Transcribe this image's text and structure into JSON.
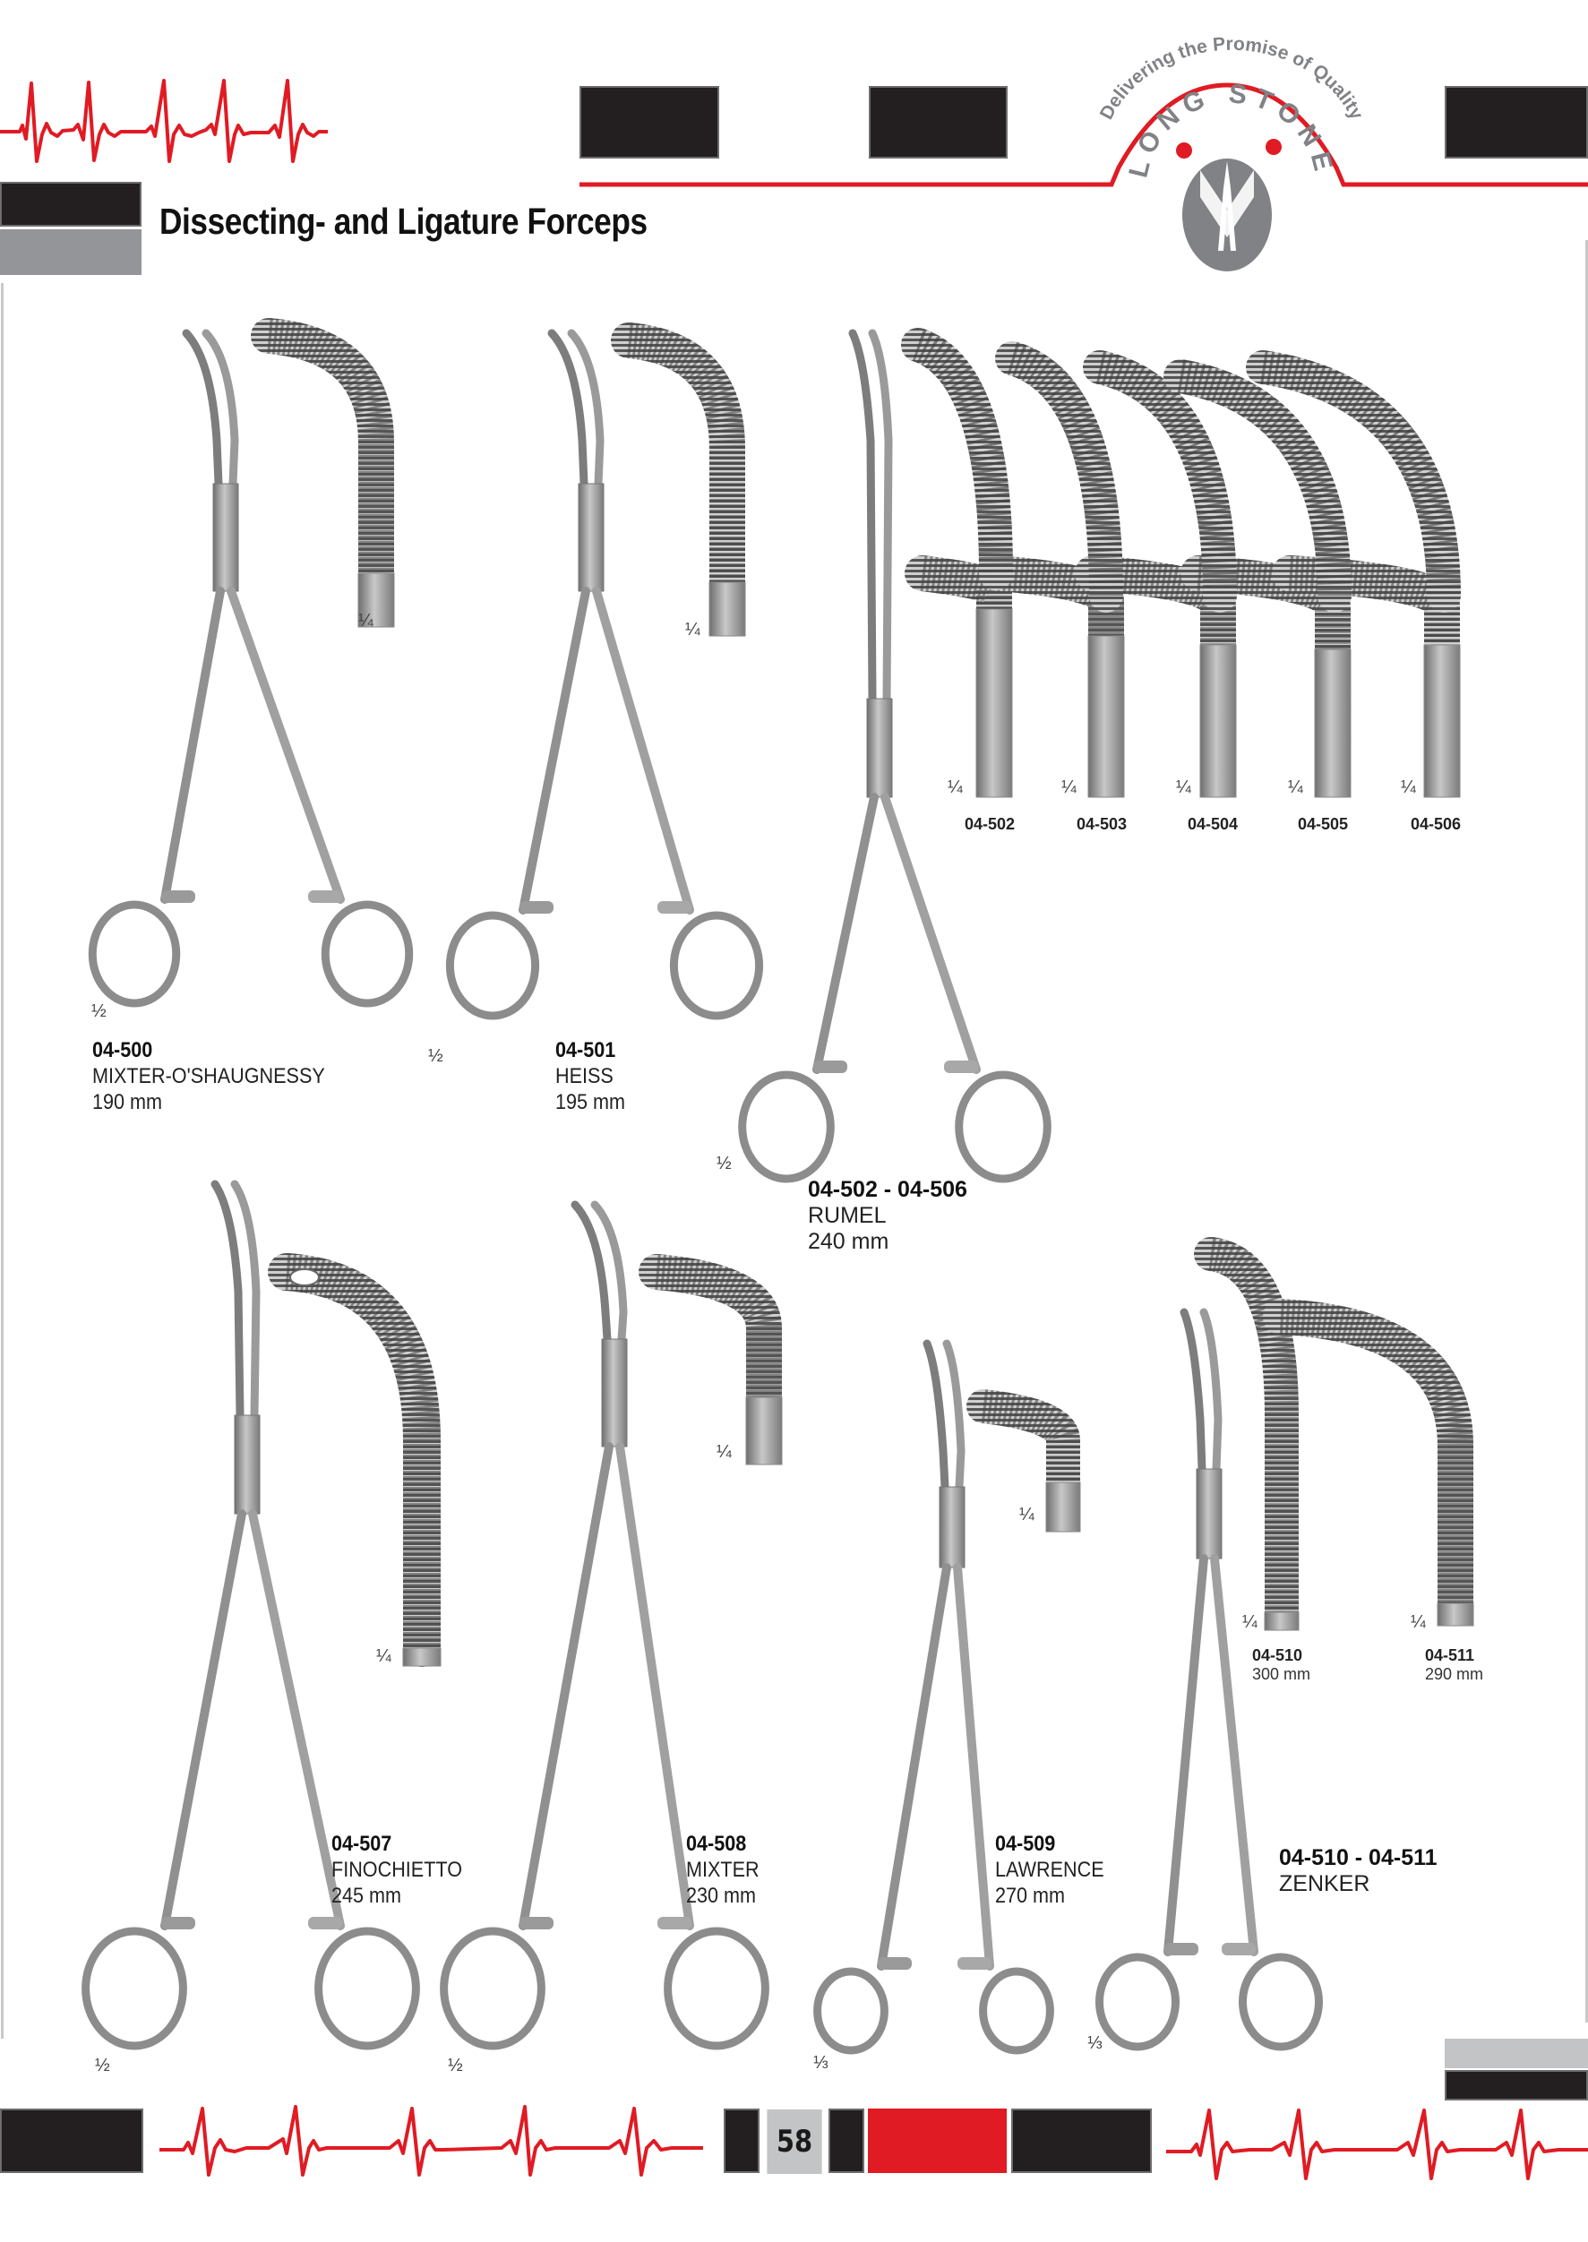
{
  "header": {
    "title": "Dissecting- and Ligature Forceps",
    "logo": {
      "tagline": "Delivering the Promise of Quality",
      "brand": "LONG STONE",
      "icon": "longstone-logo-icon"
    },
    "colors": {
      "accent_red": "#e01b23",
      "dark": "#231f20",
      "gray": "#939598",
      "light_gray": "#c3c4c6"
    }
  },
  "products": [
    {
      "code": "04-500",
      "name": "MIXTER-O'SHAUGNESSY",
      "length": "190 mm",
      "scale": "½",
      "tip_scale": "¼"
    },
    {
      "code": "04-501",
      "name": "HEISS",
      "length": "195 mm",
      "scale": "½",
      "tip_scale": "¼"
    },
    {
      "code": "04-502 - 04-506",
      "name": "RUMEL",
      "length": "240 mm",
      "scale": "½",
      "variants": [
        {
          "code": "04-502",
          "tip_scale": "¼"
        },
        {
          "code": "04-503",
          "tip_scale": "¼"
        },
        {
          "code": "04-504",
          "tip_scale": "¼"
        },
        {
          "code": "04-505",
          "tip_scale": "¼"
        },
        {
          "code": "04-506",
          "tip_scale": "¼"
        }
      ]
    },
    {
      "code": "04-507",
      "name": "FINOCHIETTO",
      "length": "245 mm",
      "scale": "½",
      "tip_scale": "¼"
    },
    {
      "code": "04-508",
      "name": "MIXTER",
      "length": "230 mm",
      "scale": "½",
      "tip_scale": "¼"
    },
    {
      "code": "04-509",
      "name": "LAWRENCE",
      "length": "270 mm",
      "scale": "⅓",
      "tip_scale": "¼"
    },
    {
      "code": "04-510 - 04-511",
      "name": "ZENKER",
      "scale": "⅓",
      "variants": [
        {
          "code": "04-510",
          "length": "300 mm",
          "tip_scale": "¼"
        },
        {
          "code": "04-511",
          "length": "290 mm",
          "tip_scale": "¼"
        }
      ]
    }
  ],
  "footer": {
    "page_number": "58"
  }
}
